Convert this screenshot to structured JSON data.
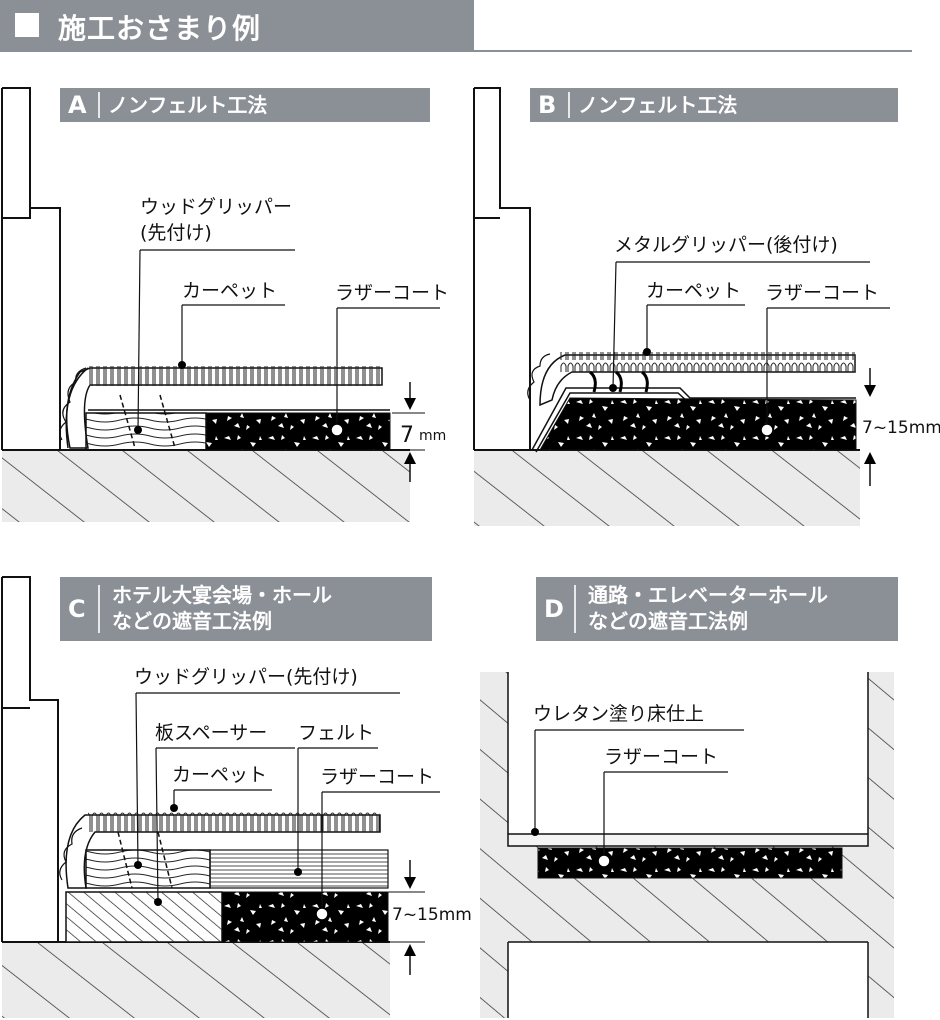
{
  "title": "施工おさまり例",
  "panels": {
    "A": {
      "letter": "A",
      "name": "ノンフェルト工法",
      "wood_gripper": "ウッドグリッパー",
      "wood_gripper_sub": "(先付け)",
      "carpet": "カーペット",
      "latex": "ラザーコート",
      "dimension": "7",
      "unit": "mm"
    },
    "B": {
      "letter": "B",
      "name": "ノンフェルト工法",
      "metal_gripper": "メタルグリッパー(後付け)",
      "carpet": "カーペット",
      "latex": "ラザーコート",
      "dimension": "7~15mm"
    },
    "C": {
      "letter": "C",
      "name_line1": "ホテル大宴会場・ホール",
      "name_line2": "などの遮音工法例",
      "wood_gripper": "ウッドグリッパー(先付け)",
      "spacer": "板スペーサー",
      "felt": "フェルト",
      "carpet": "カーペット",
      "latex": "ラザーコート",
      "dimension": "7~15mm"
    },
    "D": {
      "letter": "D",
      "name_line1": "通路・エレベーターホール",
      "name_line2": "などの遮音工法例",
      "urethane": "ウレタン塗り床仕上",
      "latex": "ラザーコート"
    }
  },
  "colors": {
    "header_gray": "#8b8f96",
    "floor_gray": "#ebebeb",
    "black": "#000000"
  }
}
